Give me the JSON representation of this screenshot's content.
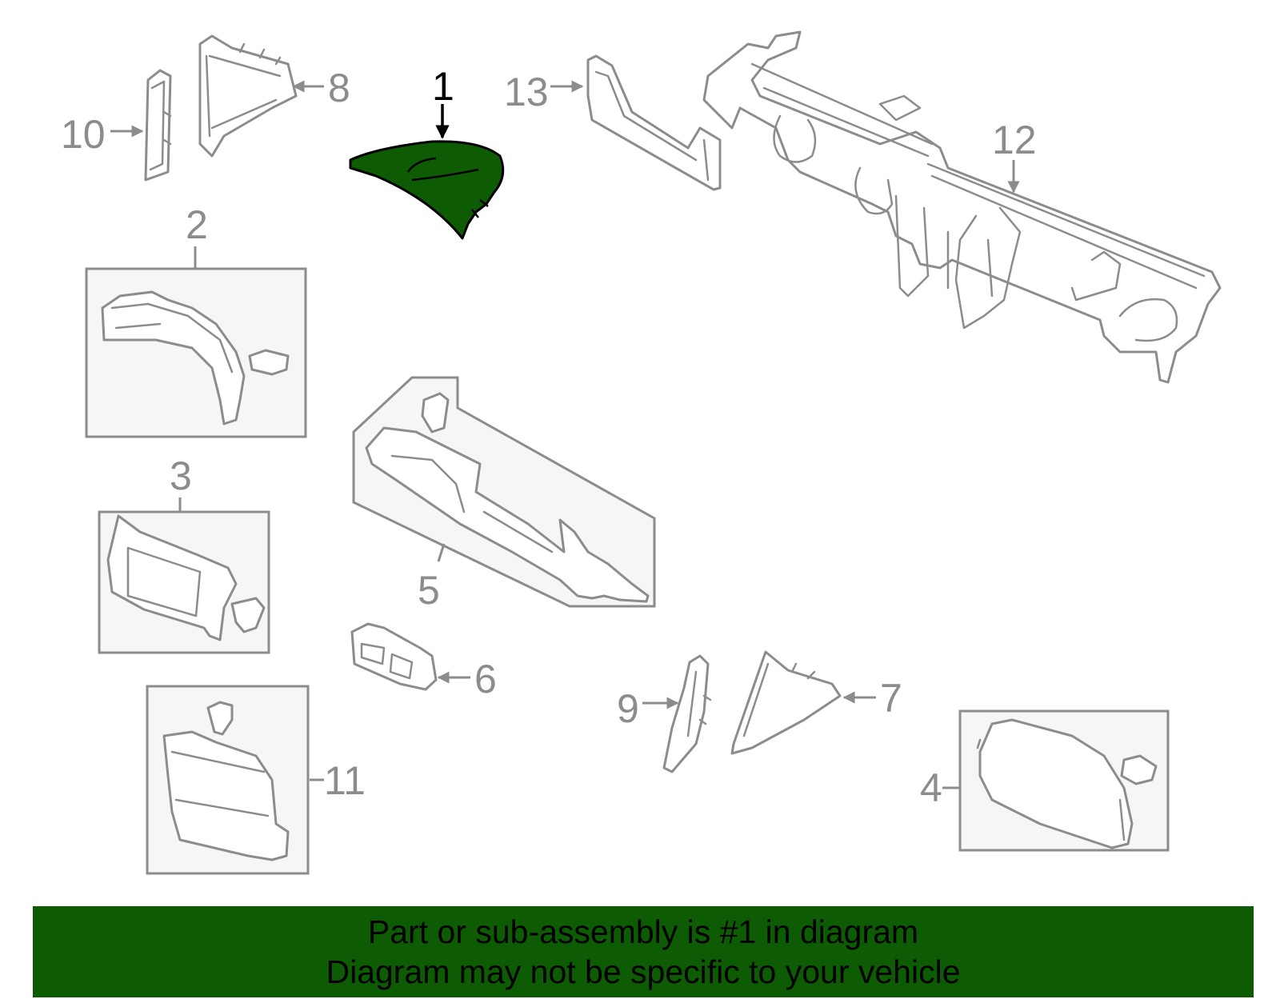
{
  "highlight_color": "#0d5c04",
  "callouts": {
    "c1": "1",
    "c2": "2",
    "c3": "3",
    "c4": "4",
    "c5": "5",
    "c6": "6",
    "c7": "7",
    "c8": "8",
    "c9": "9",
    "c10": "10",
    "c11": "11",
    "c12": "12",
    "c13": "13"
  },
  "banner": {
    "line1": "Part or sub-assembly is #1 in diagram",
    "line2": "Diagram may not be specific to your vehicle"
  }
}
